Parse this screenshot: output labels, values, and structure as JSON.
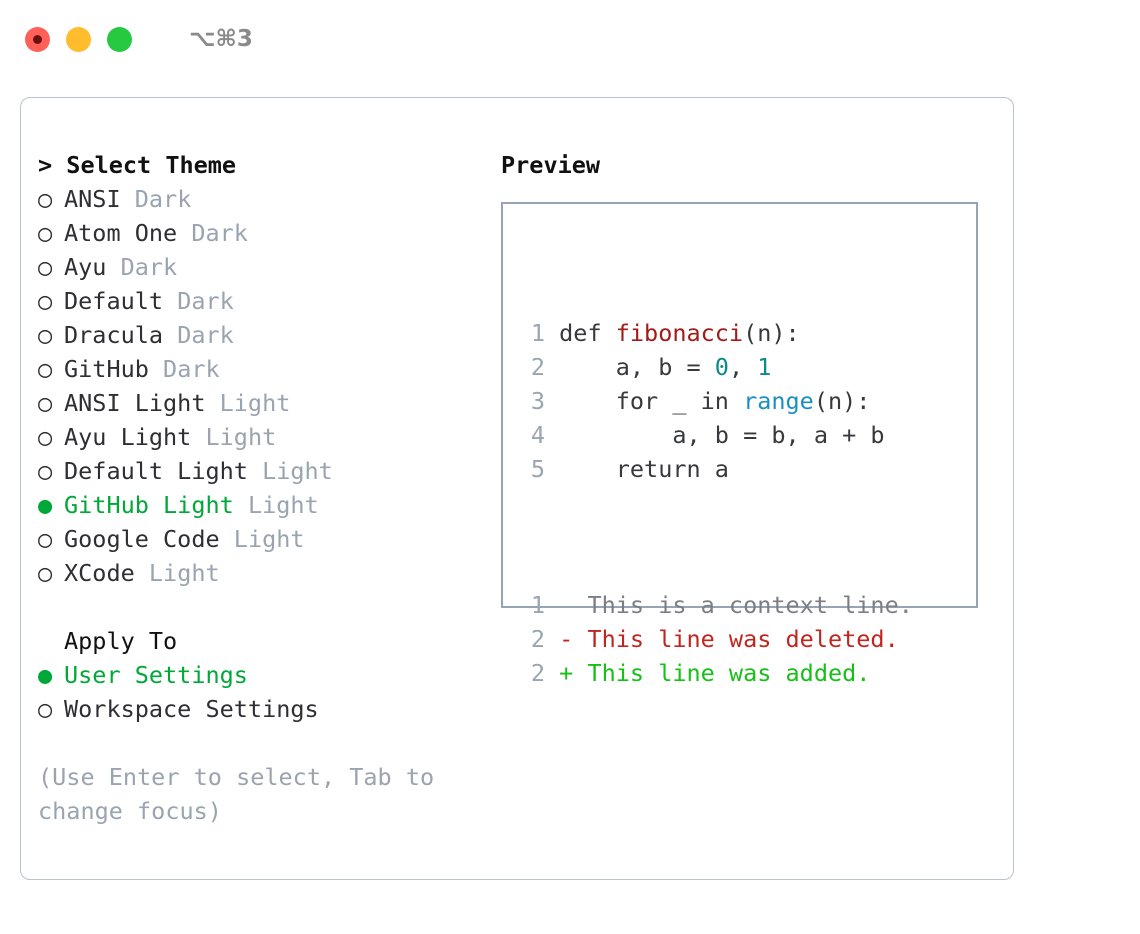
{
  "titlebar": {
    "shortcut": "⌥⌘3",
    "lights": [
      "close",
      "minimize",
      "zoom"
    ]
  },
  "left": {
    "theme_heading": "> Select Theme",
    "themes": [
      {
        "marker": "○",
        "name": "ANSI",
        "tag": "Dark",
        "selected": false
      },
      {
        "marker": "○",
        "name": "Atom One",
        "tag": "Dark",
        "selected": false
      },
      {
        "marker": "○",
        "name": "Ayu",
        "tag": "Dark",
        "selected": false
      },
      {
        "marker": "○",
        "name": "Default",
        "tag": "Dark",
        "selected": false
      },
      {
        "marker": "○",
        "name": "Dracula",
        "tag": "Dark",
        "selected": false
      },
      {
        "marker": "○",
        "name": "GitHub",
        "tag": "Dark",
        "selected": false
      },
      {
        "marker": "○",
        "name": "ANSI Light",
        "tag": "Light",
        "selected": false
      },
      {
        "marker": "○",
        "name": "Ayu Light",
        "tag": "Light",
        "selected": false
      },
      {
        "marker": "○",
        "name": "Default Light",
        "tag": "Light",
        "selected": false
      },
      {
        "marker": "●",
        "name": "GitHub Light",
        "tag": "Light",
        "selected": true
      },
      {
        "marker": "○",
        "name": "Google Code",
        "tag": "Light",
        "selected": false
      },
      {
        "marker": "○",
        "name": "XCode",
        "tag": "Light",
        "selected": false
      }
    ],
    "apply_heading": "Apply To",
    "apply_options": [
      {
        "marker": "●",
        "name": "User Settings",
        "selected": true
      },
      {
        "marker": "○",
        "name": "Workspace Settings",
        "selected": false
      }
    ],
    "hint_line1": "(Use Enter to select, Tab to",
    "hint_line2": "change focus)"
  },
  "right": {
    "preview_heading": "Preview",
    "code_lines": [
      {
        "n": "1",
        "segments": [
          {
            "t": "def ",
            "cls": "tok-plain"
          },
          {
            "t": "fibonacci",
            "cls": "tok-fn"
          },
          {
            "t": "(n):",
            "cls": "tok-plain"
          }
        ]
      },
      {
        "n": "2",
        "segments": [
          {
            "t": "    a, b = ",
            "cls": "tok-plain"
          },
          {
            "t": "0",
            "cls": "tok-num"
          },
          {
            "t": ", ",
            "cls": "tok-plain"
          },
          {
            "t": "1",
            "cls": "tok-num"
          }
        ]
      },
      {
        "n": "3",
        "segments": [
          {
            "t": "    for _ in ",
            "cls": "tok-plain"
          },
          {
            "t": "range",
            "cls": "tok-call"
          },
          {
            "t": "(n):",
            "cls": "tok-plain"
          }
        ]
      },
      {
        "n": "4",
        "segments": [
          {
            "t": "        a, b = b, a + b",
            "cls": "tok-plain"
          }
        ]
      },
      {
        "n": "5",
        "segments": [
          {
            "t": "    return a",
            "cls": "tok-plain"
          }
        ]
      }
    ],
    "diff_lines": [
      {
        "n": "1",
        "text": "  This is a context line.",
        "cls": "diff-ctx"
      },
      {
        "n": "2",
        "text": "- This line was deleted.",
        "cls": "diff-del"
      },
      {
        "n": "2",
        "text": "+ This line was added.",
        "cls": "diff-add"
      }
    ]
  },
  "colors": {
    "selected_green": "#00a838",
    "muted_tag": "#9aa4b0",
    "diff_add": "#16c016",
    "diff_del": "#c0261f",
    "syntax_fn": "#a01c18",
    "syntax_num": "#0d8a8a",
    "syntax_call": "#1a8fc4"
  }
}
